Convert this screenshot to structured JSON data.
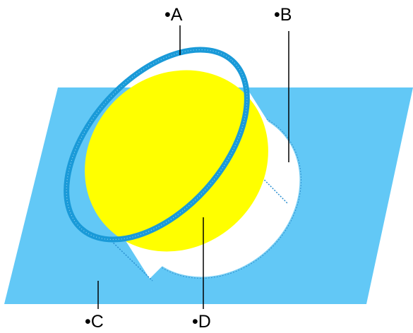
{
  "labels": {
    "a": "•A",
    "b": "•B",
    "c": "•C",
    "d": "•D"
  },
  "colors": {
    "plane": "#62c8f6",
    "yellow_disc": "#ffff00",
    "ring": "#1a9ad8",
    "cylinder": "#ffffff",
    "leader": "#000000"
  }
}
